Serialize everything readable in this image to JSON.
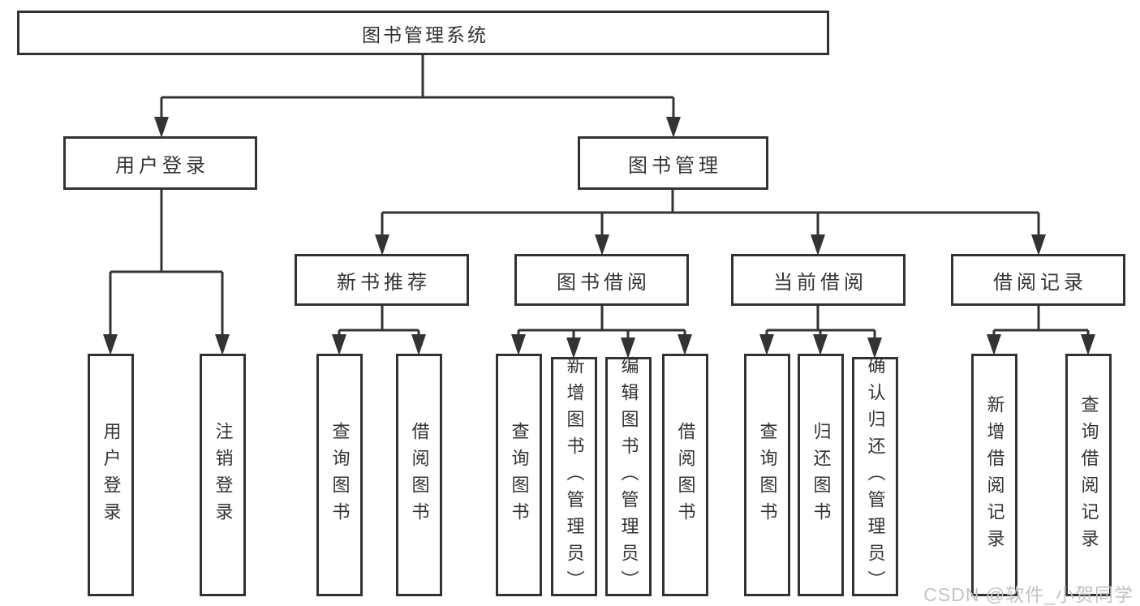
{
  "tree": {
    "root": {
      "label": "图书管理系统"
    },
    "children": [
      {
        "label": "用户登录",
        "children": [
          {
            "label": "用户登录"
          },
          {
            "label": "注销登录"
          }
        ]
      },
      {
        "label": "图书管理",
        "children": [
          {
            "label": "新书推荐",
            "children": [
              {
                "label": "查询图书"
              },
              {
                "label": "借阅图书"
              }
            ]
          },
          {
            "label": "图书借阅",
            "children": [
              {
                "label": "查询图书"
              },
              {
                "label": "新增图书（管理员）"
              },
              {
                "label": "编辑图书（管理员）"
              },
              {
                "label": "借阅图书"
              }
            ]
          },
          {
            "label": "当前借阅",
            "children": [
              {
                "label": "查询图书"
              },
              {
                "label": "归还图书"
              },
              {
                "label": "确认归还（管理员）"
              }
            ]
          },
          {
            "label": "借阅记录",
            "children": [
              {
                "label": "新增借阅记录"
              },
              {
                "label": "查询借阅记录"
              }
            ]
          }
        ]
      }
    ]
  },
  "watermark": {
    "text": "CSDN @软件_小贺同学"
  },
  "colors": {
    "line": "#333333",
    "text": "#333333",
    "background": "#ffffff",
    "watermark": "#c3c3c3"
  }
}
